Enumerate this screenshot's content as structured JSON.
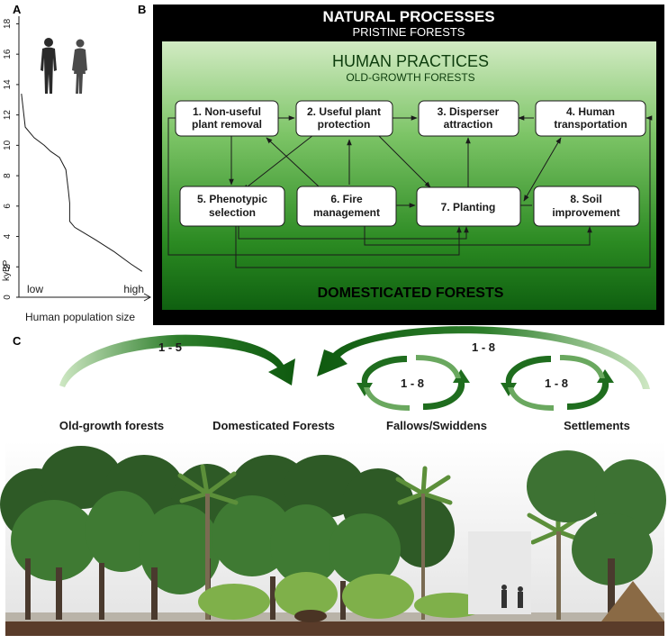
{
  "panel_a": {
    "label": "A",
    "y_unit": "kyBP",
    "y_ticks": [
      "0",
      "2",
      "4",
      "6",
      "8",
      "10",
      "12",
      "14",
      "16",
      "18"
    ],
    "x_low": "low",
    "x_high": "high",
    "x_title": "Human population size",
    "curve": {
      "x_domain": [
        0,
        1
      ],
      "y_domain": [
        0,
        18.5
      ],
      "points": [
        [
          0.02,
          13.4
        ],
        [
          0.05,
          11.2
        ],
        [
          0.12,
          10.5
        ],
        [
          0.2,
          10.0
        ],
        [
          0.25,
          9.6
        ],
        [
          0.32,
          9.2
        ],
        [
          0.37,
          8.4
        ],
        [
          0.39,
          7.0
        ],
        [
          0.4,
          6.2
        ],
        [
          0.4,
          5.0
        ],
        [
          0.44,
          4.6
        ],
        [
          0.6,
          3.8
        ],
        [
          0.75,
          3.0
        ],
        [
          0.88,
          2.2
        ],
        [
          0.97,
          1.7
        ]
      ]
    }
  },
  "panel_b": {
    "label": "B",
    "top_title": "NATURAL PROCESSES",
    "top_subtitle": "PRISTINE FORESTS",
    "mid_title": "HUMAN PRACTICES",
    "mid_subtitle": "OLD-GROWTH FORESTS",
    "bottom_title": "DOMESTICATED FORESTS",
    "boxes": [
      {
        "line1": "1. Non-useful",
        "line2": "plant removal"
      },
      {
        "line1": "2. Useful plant",
        "line2": "protection"
      },
      {
        "line1": "3. Disperser",
        "line2": "attraction"
      },
      {
        "line1": "4. Human",
        "line2": "transportation"
      },
      {
        "line1": "5. Phenotypic",
        "line2": "selection"
      },
      {
        "line1": "6. Fire",
        "line2": "management"
      },
      {
        "line1": "7. Planting",
        "line2": ""
      },
      {
        "line1": "8. Soil",
        "line2": "improvement"
      }
    ]
  },
  "panel_c": {
    "label": "C",
    "arrow_labels": [
      "1 - 5",
      "1 - 8",
      "1 - 8",
      "1 - 8"
    ],
    "stages": [
      "Old-growth forests",
      "Domesticated Forests",
      "Fallows/Swiddens",
      "Settlements"
    ]
  },
  "colors": {
    "black_panel": "#000000",
    "green_light": "#d2ebc3",
    "green_dark": "#0f6010",
    "arrow_green": "#1f6d1e",
    "landscape_green": "#2e6a2a"
  },
  "icons": [
    "human-figures-icon",
    "forest-landscape-illustration"
  ]
}
